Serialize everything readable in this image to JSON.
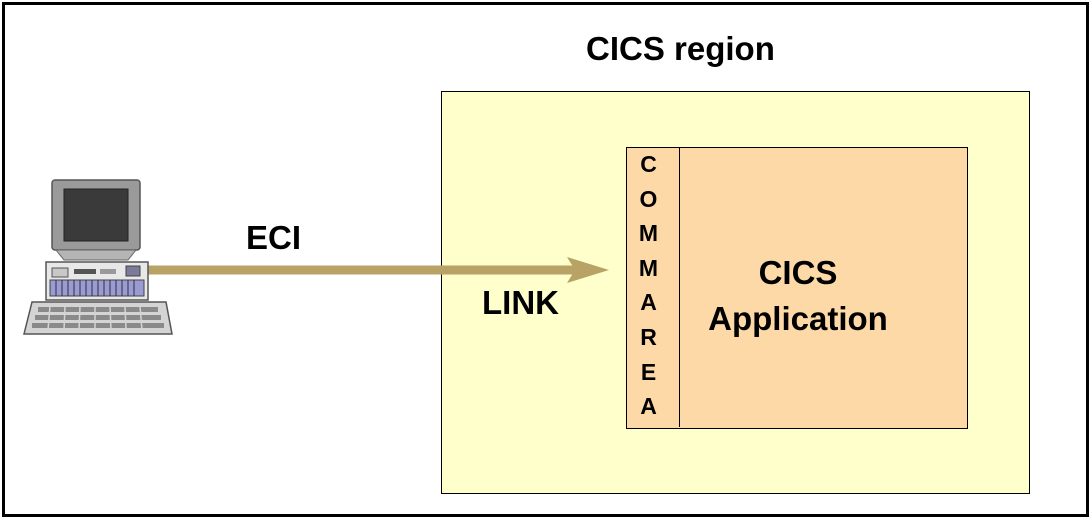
{
  "region": {
    "title": "CICS region"
  },
  "commarea": {
    "letters": [
      "C",
      "O",
      "M",
      "M",
      "A",
      "R",
      "E",
      "A"
    ]
  },
  "application": {
    "line1": "CICS",
    "line2": "Application"
  },
  "connection": {
    "eci_label": "ECI",
    "link_label": "LINK"
  },
  "colors": {
    "region_fill": "#ffffcc",
    "application_fill": "#fdd9a8",
    "arrow": "#b8a265"
  },
  "icons": {
    "client": "desktop-computer-icon"
  }
}
